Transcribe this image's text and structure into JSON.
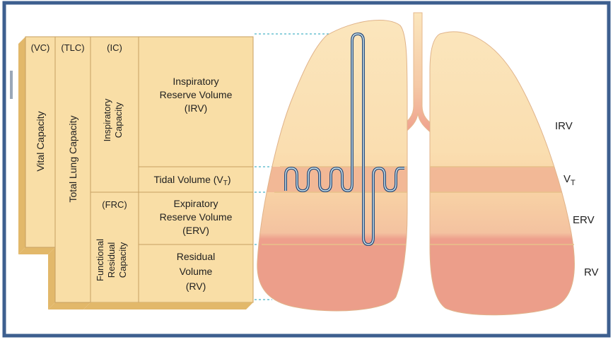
{
  "colors": {
    "frame_border": "#3d5f8f",
    "bar_fill": "#f9dea6",
    "bar_side": "#e2b86a",
    "bar_top": "#f5d08f",
    "lung_light": "#fbe3b6",
    "lung_mid": "#f6c79c",
    "lung_tidal": "#f1b393",
    "lung_residual": "#ec9e8a",
    "trace": "#2d4e7a",
    "guide": "#4bb3c7"
  },
  "table": {
    "vc_header": "(VC)",
    "tlc_header": "(TLC)",
    "ic_header": "(IC)",
    "vc_label": "Vital Capacity",
    "tlc_label": "Total Lung Capacity",
    "ic_label_line1": "Inspiratory",
    "ic_label_line2": "Capacity",
    "frc_header": "(FRC)",
    "frc_label_line1": "Functional",
    "frc_label_line2": "Residual",
    "frc_label_line3": "Capacity",
    "irv_line1": "Inspiratory",
    "irv_line2": "Reserve Volume",
    "irv_line3": "(IRV)",
    "tidal_text": "Tidal Volume (V",
    "tidal_sub": "T",
    "tidal_close": ")",
    "erv_line1": "Expiratory",
    "erv_line2": "Reserve Volume",
    "erv_line3": "(ERV)",
    "rv_line1": "Residual",
    "rv_line2": "Volume",
    "rv_line3": "(RV)"
  },
  "right_labels": {
    "irv": "IRV",
    "vt": "V",
    "vt_sub": "T",
    "erv": "ERV",
    "rv": "RV"
  }
}
